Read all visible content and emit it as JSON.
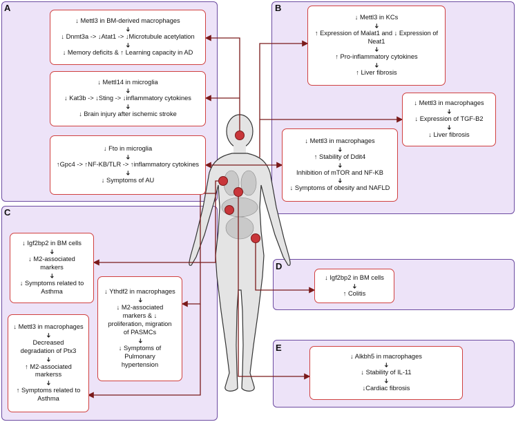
{
  "panels": {
    "A": "A",
    "B": "B",
    "C": "C",
    "D": "D",
    "E": "E"
  },
  "arrow_glyph": "➔",
  "boxes": {
    "a1": [
      "↓ Mettl3 in BM-derived macrophages",
      "↓ Dnmt3a -> ↓Atat1 -> ↓Microtubule acetylation",
      "↓ Memory deficits & ↑ Learning capacity in AD"
    ],
    "a2": [
      "↓ Mettl14 in microglia",
      "↓ Kat3b -> ↓Sting -> ↓inflammatory cytokines",
      "↓ Brain injury after ischemic stroke"
    ],
    "a3": [
      "↓ Fto in microglia",
      "↑Gpc4 -> ↑NF-KB/TLR -> ↑inflammatory cytokines",
      "↓ Symptoms of AU"
    ],
    "b1": [
      "↓ Mettl3 in KCs",
      "↑ Expression of Malat1 and ↓ Expression of Neat1",
      "↑ Pro-inflammatory cytokines",
      "↑ Liver fibrosis"
    ],
    "b2": [
      "↓ Mettl3 in macrophages",
      "↓ Expression of TGF-B2",
      "↓ Liver fibrosis"
    ],
    "b3": [
      "↓ Mettl3 in macrophages",
      "↑ Stability of Ddit4",
      "Inhibition of mTOR and NF-KB",
      "↓ Symptoms of obesity and NAFLD"
    ],
    "c1": [
      "↓ Igf2bp2 in BM cells",
      "↓ M2-associated markers",
      "↓ Symptoms related to Asthma"
    ],
    "c2": [
      "↓ Ythdf2 in macrophages",
      "↓ M2-associated markers & ↓ proliferation, migration of PASMCs",
      "↓ Symptoms of Pulmonary hypertension"
    ],
    "c3": [
      "↓ Mettl3 in macrophages",
      "Decreased degradation of Ptx3",
      "↑ M2-associated markerss",
      "↑ Symptoms related to Asthma"
    ],
    "d1": [
      "↓ Igf2bp2 in BM cells",
      "↑ Colitis"
    ],
    "e1": [
      "↓ Alkbh5 in macrophages",
      "↓ Stability of IL-11",
      "↓Cardiac fibrosis"
    ]
  },
  "colors": {
    "panel_fill": "#ede3f8",
    "panel_border": "#6b4aa0",
    "box_border": "#d0403f",
    "connector": "#7a1a1a",
    "organ_dot": "#c8363a"
  }
}
